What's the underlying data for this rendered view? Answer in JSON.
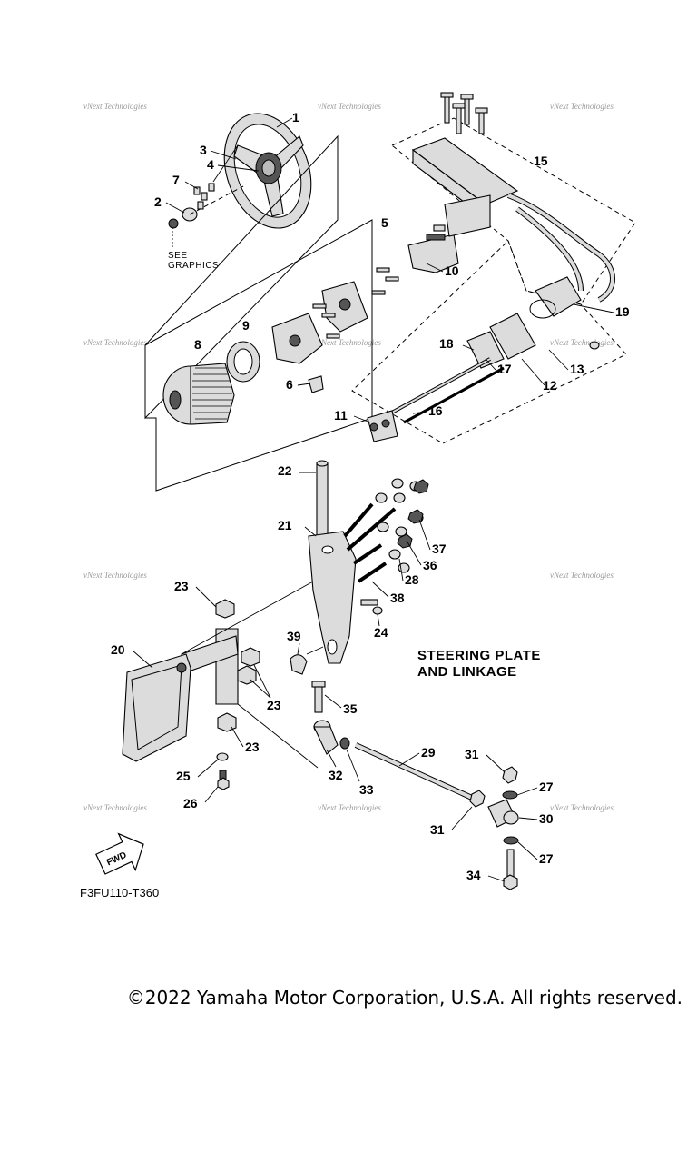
{
  "diagram": {
    "title_line1": "STEERING PLATE",
    "title_line2": "AND LINKAGE",
    "see_graphics_line1": "SEE",
    "see_graphics_line2": "GRAPHICS",
    "drawing_code": "F3FU110-T360",
    "fwd_label": "FWD",
    "watermark": "vNext Technologies",
    "callouts": [
      "1",
      "2",
      "3",
      "4",
      "5",
      "6",
      "7",
      "8",
      "9",
      "10",
      "11",
      "12",
      "13",
      "15",
      "16",
      "17",
      "18",
      "19",
      "20",
      "21",
      "22",
      "23",
      "23",
      "23",
      "24",
      "25",
      "26",
      "27",
      "27",
      "28",
      "29",
      "30",
      "31",
      "31",
      "32",
      "33",
      "34",
      "35",
      "36",
      "37",
      "38",
      "39"
    ]
  },
  "footer": {
    "copyright": "©2022 Yamaha Motor Corporation, U.S.A. All rights reserved."
  }
}
